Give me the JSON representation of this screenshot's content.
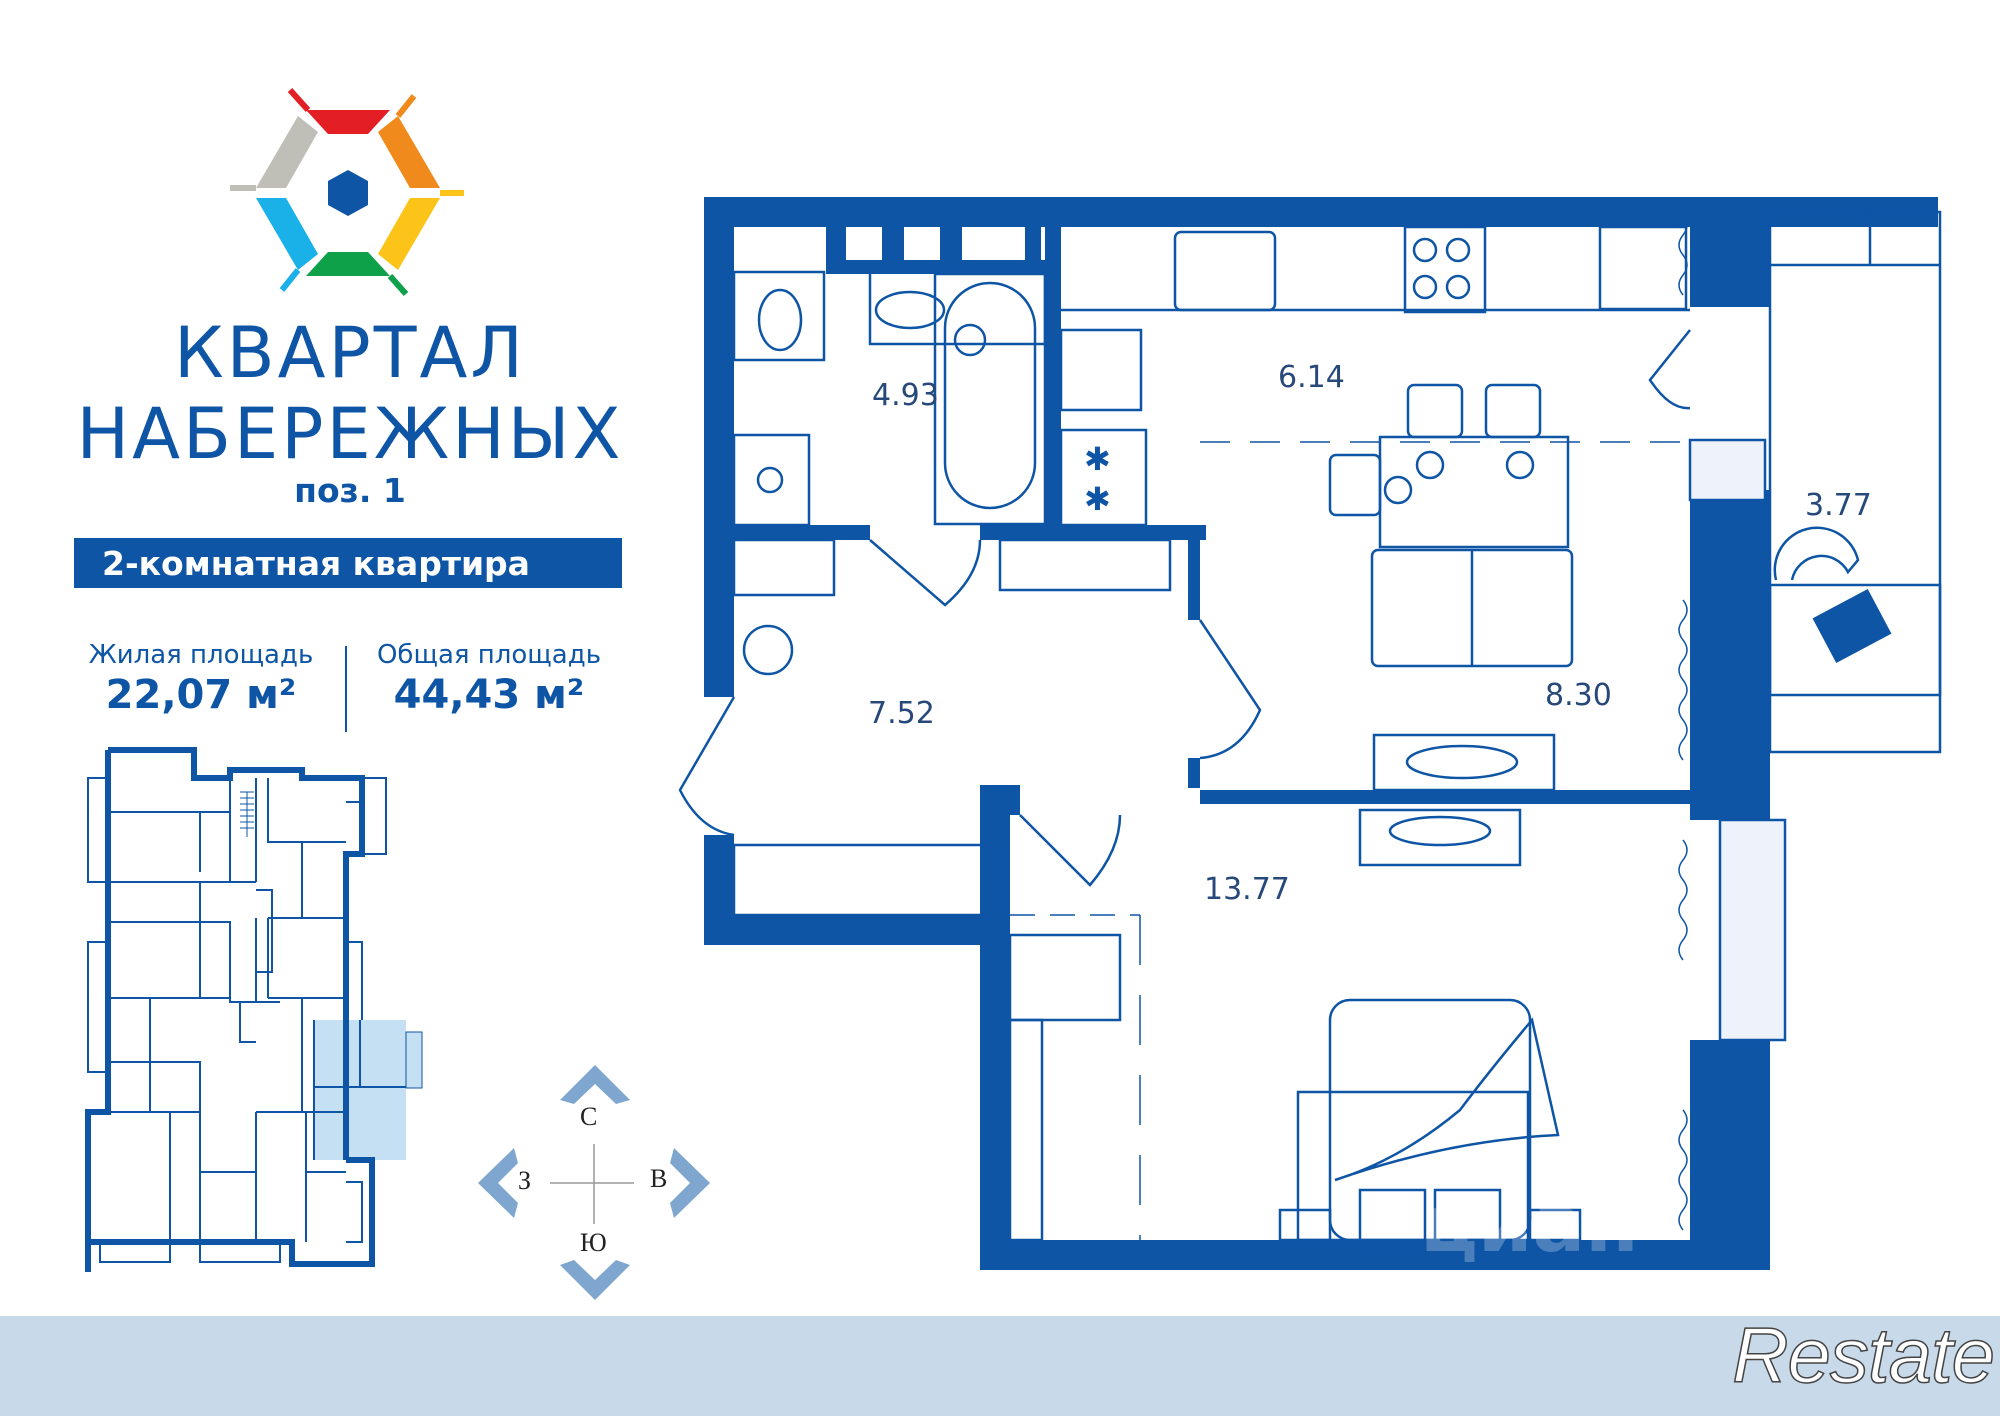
{
  "brand": {
    "title_line1": "КВАРТАЛ",
    "title_line2": "НАБЕРЕЖНЫХ",
    "position": "поз. 1",
    "logo_colors": [
      "#e31e24",
      "#f08a1c",
      "#fcc419",
      "#0fa14a",
      "#1ab0e8",
      "#bfbfb8"
    ],
    "logo_center_color": "#0e55a6"
  },
  "apartment": {
    "type_label": "2-комнатная квартира",
    "living_area_label": "Жилая площадь",
    "living_area_value": "22,07 м²",
    "total_area_label": "Общая площадь",
    "total_area_value": "44,43 м²"
  },
  "rooms": [
    {
      "name": "bathroom",
      "area": "4.93"
    },
    {
      "name": "kitchen",
      "area": "6.14"
    },
    {
      "name": "balcony",
      "area": "3.77"
    },
    {
      "name": "hallway",
      "area": "7.52"
    },
    {
      "name": "living-room",
      "area": "8.30"
    },
    {
      "name": "bedroom",
      "area": "13.77"
    }
  ],
  "compass": {
    "north": "С",
    "south": "Ю",
    "west": "З",
    "east": "В"
  },
  "colors": {
    "wall": "#0e55a6",
    "accent_light": "#c8d9ea",
    "highlight_unit": "#c5e0f3",
    "compass_arrow": "#7fa6cf"
  },
  "footer": {
    "brand": "Restate"
  },
  "watermark": "циан"
}
